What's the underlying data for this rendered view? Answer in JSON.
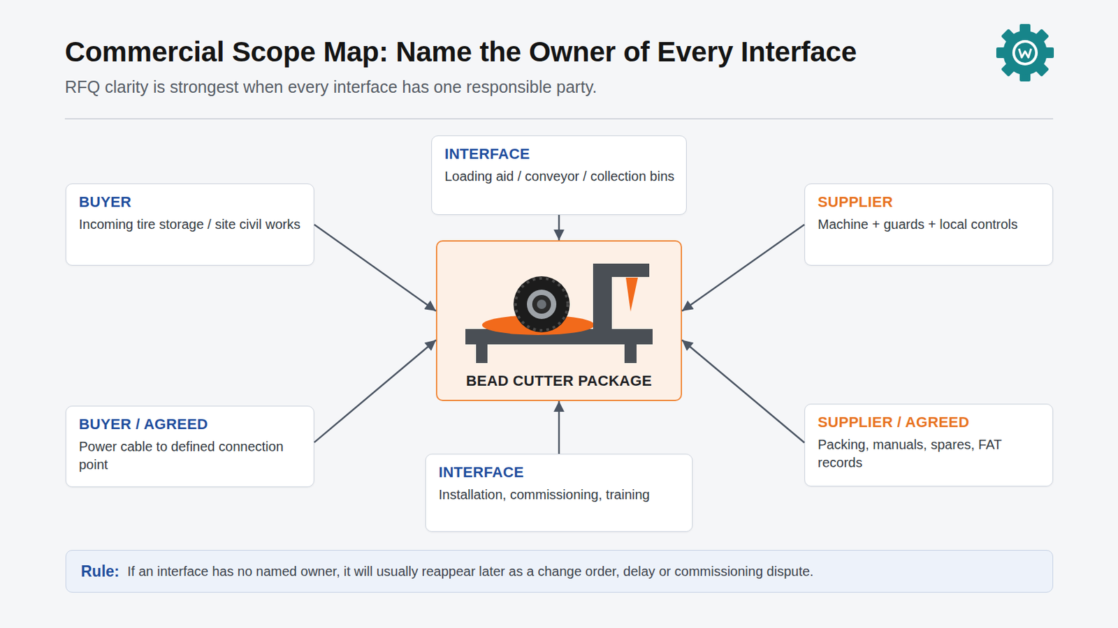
{
  "diagram": {
    "title": "Commercial Scope Map: Name the Owner of Every Interface",
    "caption": "RFQ clarity is strongest when every interface has one responsible party.",
    "nodes": [
      {
        "text": [
          "BUYER",
          "Incoming tire storage / site civil works"
        ]
      },
      {
        "text": [
          "INTERFACE",
          "Loading aid / conveyor / collection bins"
        ]
      },
      {
        "text": [
          "SUPPLIER",
          "Machine + guards + local controls"
        ]
      },
      {
        "text": [
          "BEAD CUTTER PACKAGE"
        ]
      },
      {
        "text": [
          "BUYER / AGREED",
          "Power cable to defined connection point"
        ]
      },
      {
        "text": [
          "INTERFACE",
          "Installation, commissioning, training"
        ]
      },
      {
        "text": [
          "SUPPLIER / AGREED",
          "Packing, manuals, spares, FAT records"
        ]
      },
      {
        "text": [
          "Rule:",
          "If an interface has no named owner, it will usually reappear later as a change order, delay or commissioning dispute."
        ]
      }
    ],
    "edges": [
      {
        "from": 0,
        "to": 3,
        "arrow": "to"
      },
      {
        "from": 1,
        "to": 3,
        "arrow": "to"
      },
      {
        "from": 2,
        "to": 3,
        "arrow": "to"
      },
      {
        "from": 4,
        "to": 3,
        "arrow": "to"
      },
      {
        "from": 5,
        "to": 3,
        "arrow": "to"
      },
      {
        "from": 6,
        "to": 3,
        "arrow": "to"
      }
    ]
  }
}
